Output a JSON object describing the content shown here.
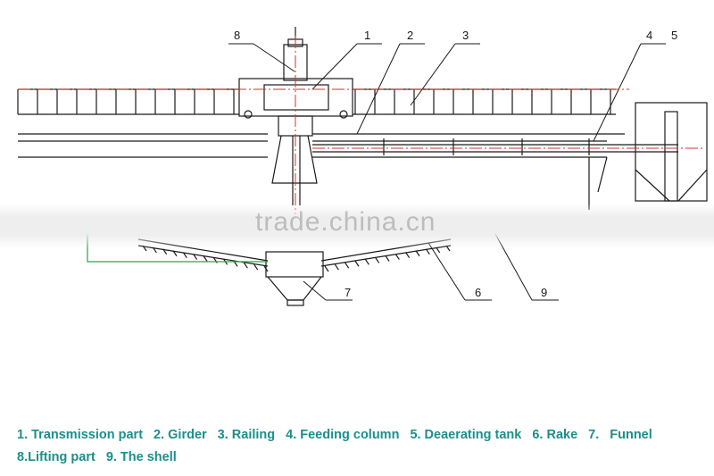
{
  "callouts": [
    "1",
    "2",
    "3",
    "4",
    "5",
    "6",
    "7",
    "8",
    "9"
  ],
  "watermark": "trade.china.cn",
  "legend": {
    "items": [
      "1. Transmission part",
      "2. Girder",
      "3. Railing",
      "4. Feeding column",
      "5. Deaerating tank",
      "6. Rake",
      "7.",
      "Funnel",
      "8.Lifting part",
      "9. The shell"
    ]
  },
  "colors": {
    "drawing_line": "#1a1a1a",
    "centerline": "#d23030",
    "legend_text": "#1b8f8b",
    "accent_green": "#2fa34a"
  }
}
